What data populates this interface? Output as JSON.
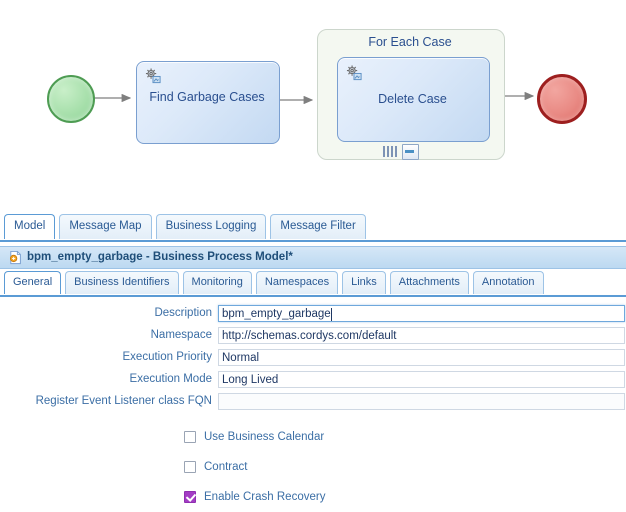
{
  "diagram": {
    "start_event": {
      "name": "start-event",
      "label": ""
    },
    "end_event": {
      "name": "end-event",
      "label": ""
    },
    "tasks": [
      {
        "label": "Find Garbage Cases",
        "icon": "gear-icon"
      },
      {
        "label": "Delete Case",
        "icon": "gear-icon"
      }
    ],
    "subprocess": {
      "label": "For Each Case",
      "markers": [
        "multi-instance-parallel-icon",
        "collapse-icon"
      ]
    },
    "colors": {
      "start_fill": "#a8e0ac",
      "start_border": "#4e9c53",
      "end_fill": "#e98a84",
      "end_border": "#9d1f1f",
      "task_fill": "#dce9f9",
      "task_border": "#7a9fd0",
      "task_text": "#2a4f8f",
      "subprocess_fill": "#f4f8f1",
      "subprocess_border": "#ccd6cc",
      "connector": "#7f7f7f"
    }
  },
  "panel": {
    "outer_tabs": [
      {
        "label": "Model",
        "selected": true
      },
      {
        "label": "Message Map",
        "selected": false
      },
      {
        "label": "Business Logging",
        "selected": false
      },
      {
        "label": "Message Filter",
        "selected": false
      }
    ],
    "title": "bpm_empty_garbage - Business Process Model*",
    "title_icon": "process-model-icon",
    "inner_tabs": [
      {
        "label": "General",
        "selected": true
      },
      {
        "label": "Business Identifiers",
        "selected": false
      },
      {
        "label": "Monitoring",
        "selected": false
      },
      {
        "label": "Namespaces",
        "selected": false
      },
      {
        "label": "Links",
        "selected": false
      },
      {
        "label": "Attachments",
        "selected": false
      },
      {
        "label": "Annotation",
        "selected": false
      }
    ],
    "form": {
      "fields": [
        {
          "label": "Description",
          "value": "bpm_empty_garbage",
          "focused": true
        },
        {
          "label": "Namespace",
          "value": "http://schemas.cordys.com/default",
          "focused": false
        },
        {
          "label": "Execution Priority",
          "value": "Normal",
          "focused": false
        },
        {
          "label": "Execution Mode",
          "value": "Long Lived",
          "focused": false
        },
        {
          "label": "Register Event Listener class FQN",
          "value": "",
          "focused": false
        }
      ],
      "checkboxes": [
        {
          "label": "Use Business Calendar",
          "checked": false
        },
        {
          "label": "Contract",
          "checked": false
        },
        {
          "label": "Enable Crash Recovery",
          "checked": true
        }
      ]
    },
    "colors": {
      "accent": "#5b9bd5",
      "label_text": "#3b6ea5",
      "title_text": "#1f4e79",
      "checked_fill": "#a33cc4"
    }
  }
}
